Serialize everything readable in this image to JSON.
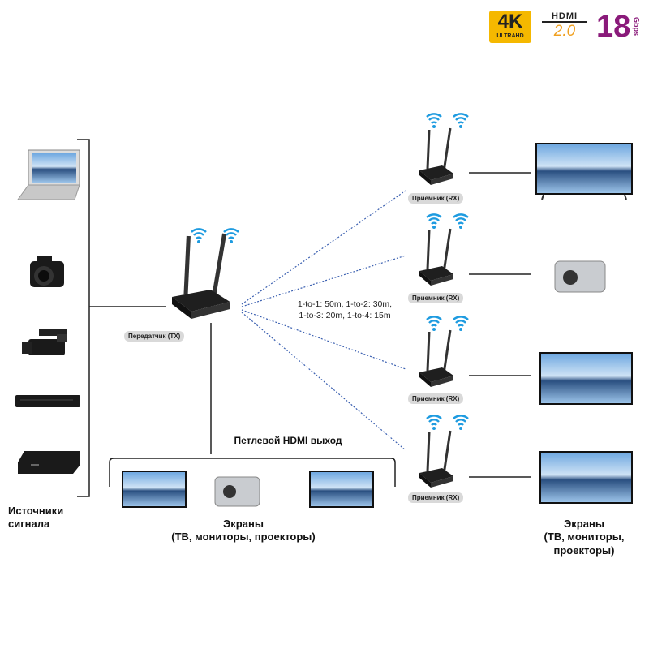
{
  "badges": {
    "k4_main": "4K",
    "k4_sub": "ULTRAHD",
    "hdmi_main": "HDMI",
    "hdmi_ver": "2.0",
    "gbps_num": "18",
    "gbps_unit": "Gbps"
  },
  "colors": {
    "gold": "#f5b800",
    "purple": "#8a1a7a",
    "wifi": "#1e9be0",
    "link": "#3a5fb0",
    "device": "#2a2a2a"
  },
  "transmitter": {
    "label": "Передатчик (TX)"
  },
  "receivers": [
    {
      "label": "Приемник (RX)"
    },
    {
      "label": "Приемник (RX)"
    },
    {
      "label": "Приемник (RX)"
    },
    {
      "label": "Приемник (RX)"
    }
  ],
  "range": {
    "line1": "1-to-1: 50m, 1-to-2: 30m,",
    "line2": "1-to-3: 20m, 1-to-4: 15m"
  },
  "sources": {
    "label_line1": "Источники",
    "label_line2": "сигнала",
    "devices": [
      "laptop-icon",
      "camera-icon",
      "camcorder-icon",
      "bluray-player-icon",
      "set-top-box-icon"
    ]
  },
  "loop": {
    "label": "Петлевой HDMI выход",
    "screens_line1": "Экраны",
    "screens_line2": "(ТВ, мониторы, проекторы)"
  },
  "right_screens": {
    "line1": "Экраны",
    "line2": "(ТВ, мониторы,",
    "line3": "проекторы)"
  }
}
